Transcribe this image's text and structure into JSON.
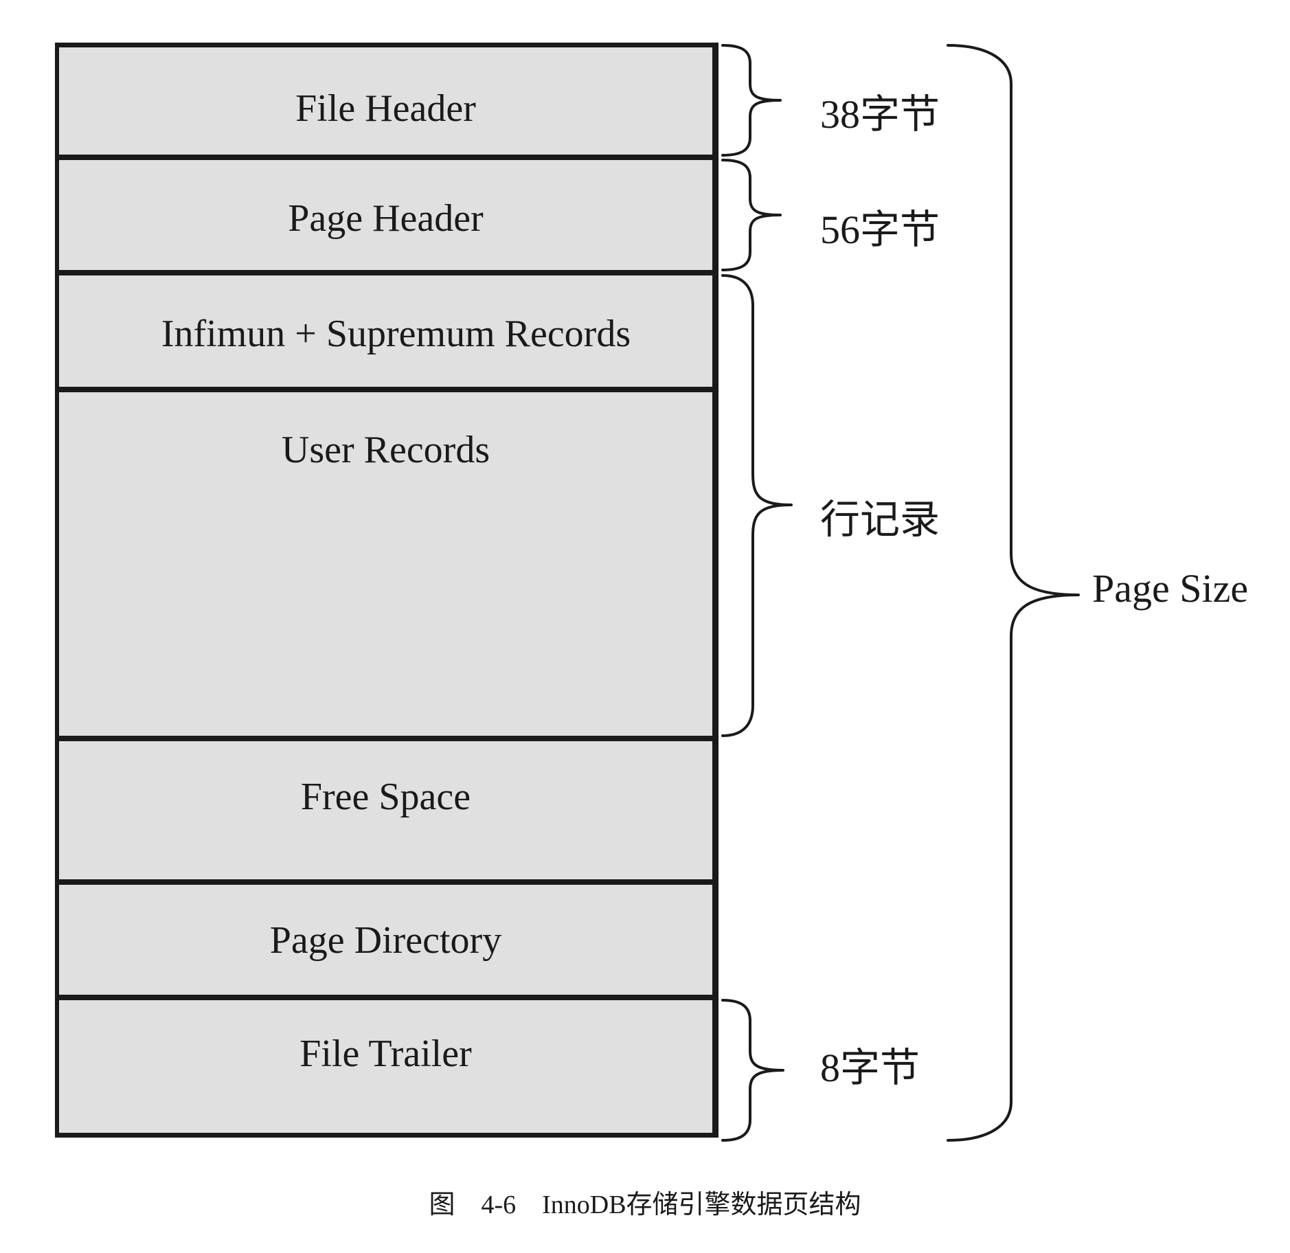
{
  "blocks": [
    {
      "label": "File Header"
    },
    {
      "label": "Page Header"
    },
    {
      "label": "Infimun + Supremum Records"
    },
    {
      "label": "User Records"
    },
    {
      "label": "Free Space"
    },
    {
      "label": "Page Directory"
    },
    {
      "label": "File Trailer"
    }
  ],
  "braces": {
    "file_header_size": "38字节",
    "page_header_size": "56字节",
    "row_records": "行记录",
    "file_trailer_size": "8字节",
    "page_size": "Page Size"
  },
  "caption": "图    4-6    InnoDB存储引擎数据页结构",
  "colors": {
    "block_fill": "#e0e0e0",
    "line": "#1a1a1a"
  }
}
